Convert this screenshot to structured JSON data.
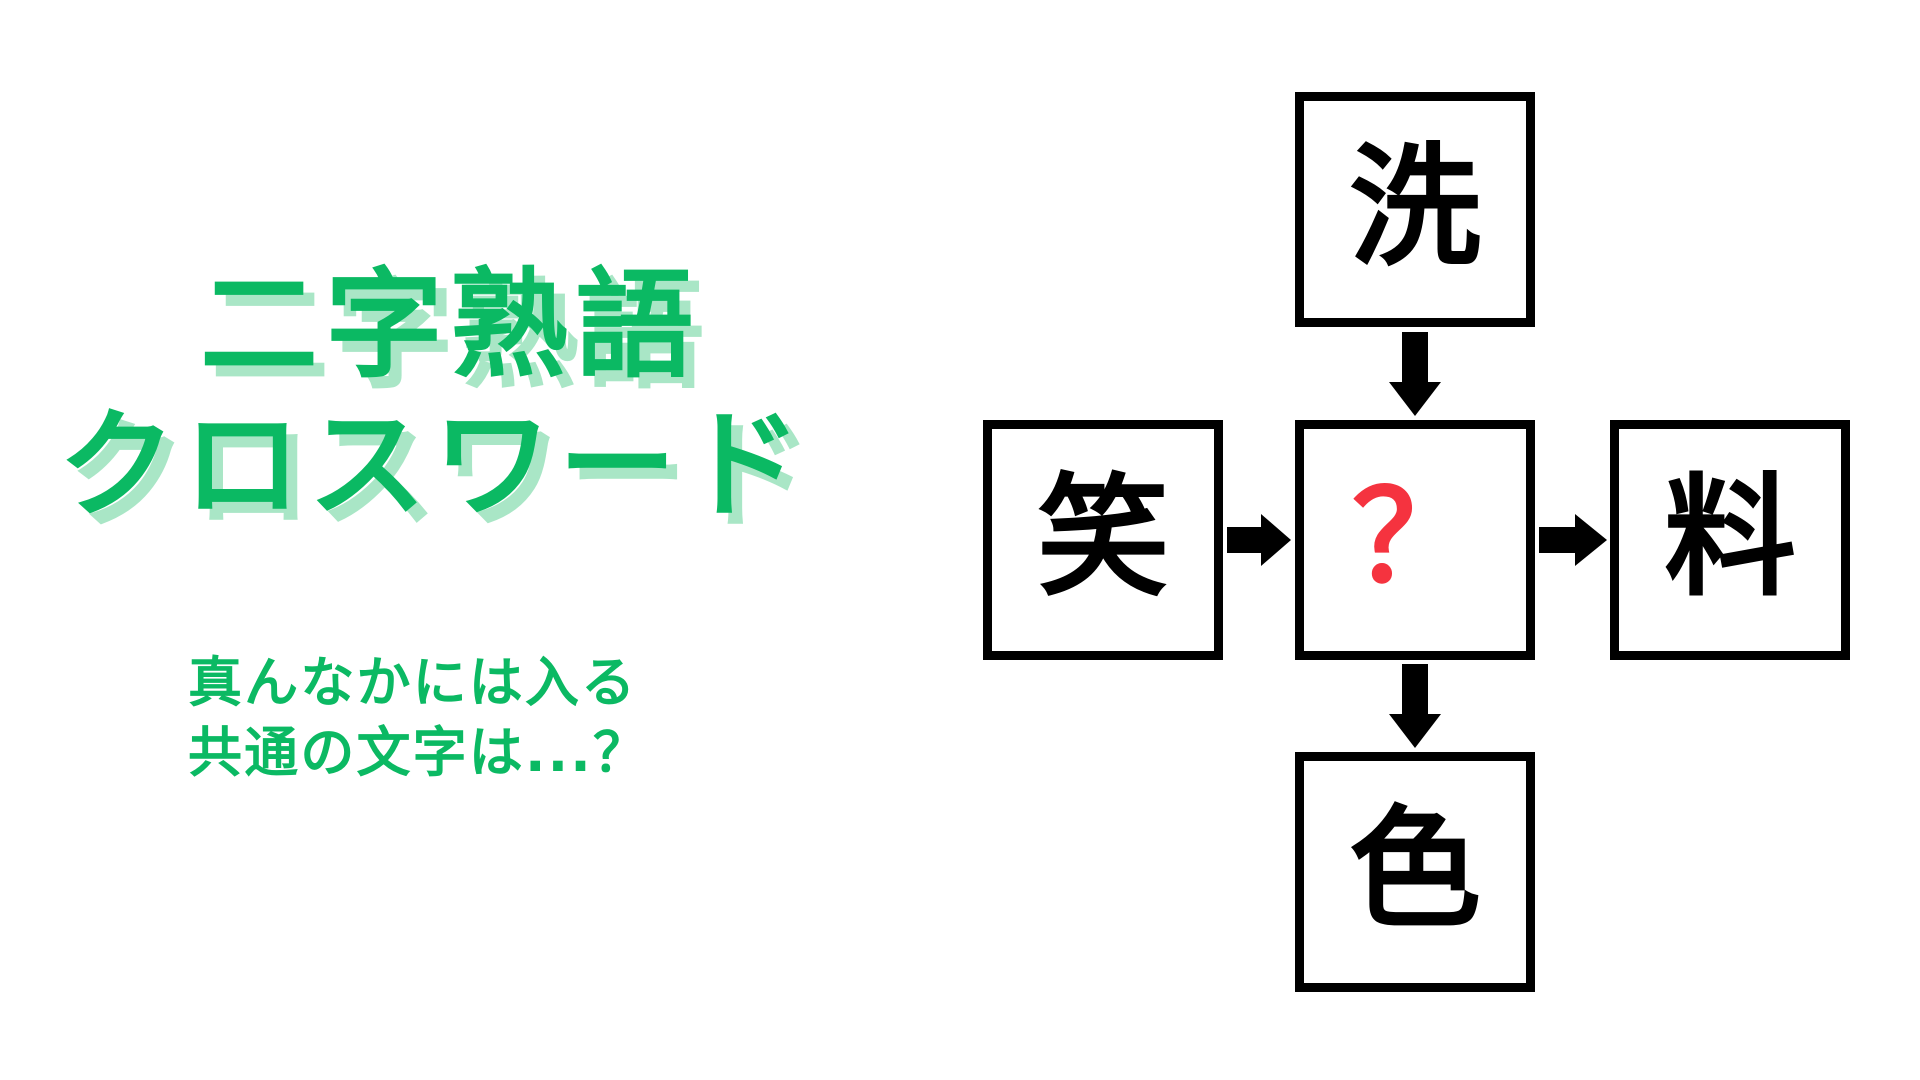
{
  "colors": {
    "background": "#ffffff",
    "accent_green": "#0BB963",
    "accent_green_shadow": "#A9E6C6",
    "answer_red": "#F5333F",
    "box_border": "#000000",
    "arrow": "#000000"
  },
  "title": {
    "line1": "二字熟語",
    "line2": "クロスワード"
  },
  "subtitle": {
    "line1": "真んなかには入る",
    "line2": "共通の文字は...？"
  },
  "puzzle": {
    "type": "kanji-crossword",
    "top": "洗",
    "left": "笑",
    "center": "？",
    "right": "料",
    "bottom": "色",
    "arrows": [
      {
        "name": "top-to-center",
        "direction": "down"
      },
      {
        "name": "left-to-center",
        "direction": "right"
      },
      {
        "name": "center-to-right",
        "direction": "right"
      },
      {
        "name": "center-to-bottom",
        "direction": "down"
      }
    ]
  }
}
